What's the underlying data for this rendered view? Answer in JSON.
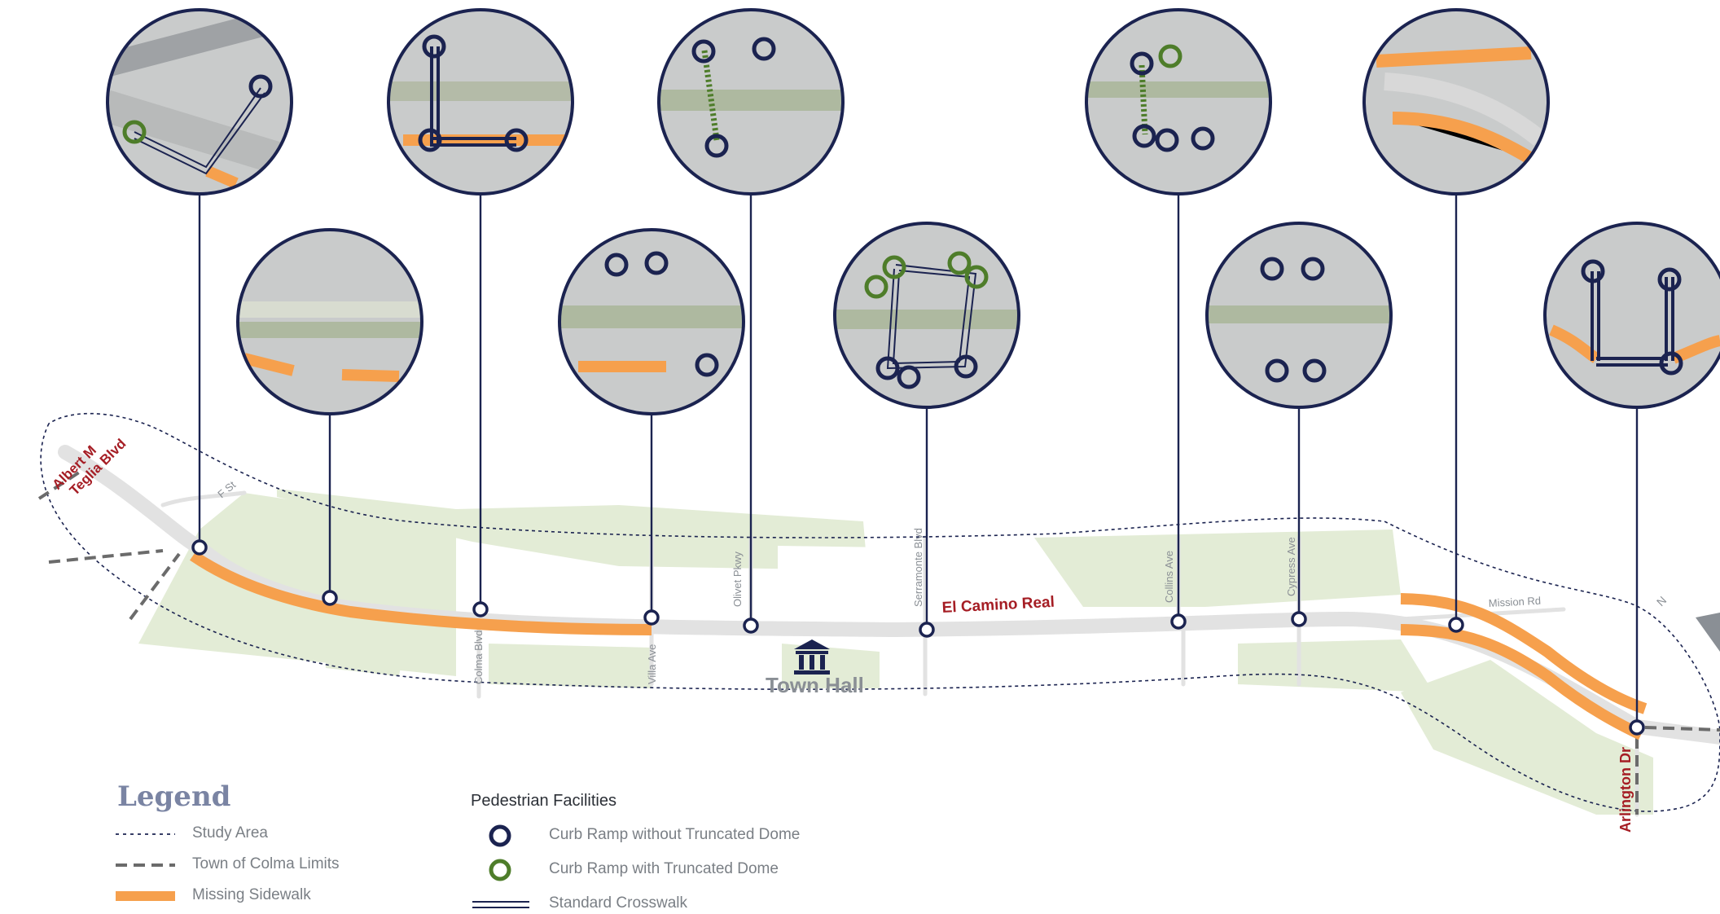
{
  "roads": {
    "main": "El Camino Real",
    "start": [
      "Albert M",
      "Teglia Blvd"
    ],
    "end": "Arlington Dr",
    "fst": "F St",
    "cross_streets": [
      {
        "id": "colma",
        "label": "Colma Blvd"
      },
      {
        "id": "villa",
        "label": "Villa Ave"
      },
      {
        "id": "olivet",
        "label": "Olivet Pkwy"
      },
      {
        "id": "serramonte",
        "label": "Serramonte Blvd"
      },
      {
        "id": "collins",
        "label": "Collins Ave"
      },
      {
        "id": "cypress",
        "label": "Cypress Ave"
      },
      {
        "id": "mission",
        "label": "Mission Rd"
      }
    ]
  },
  "landmark": {
    "label": "Town Hall",
    "icon": "building-icon"
  },
  "north_arrow": {
    "label": "N",
    "icon": "north-arrow-icon"
  },
  "legend": {
    "title": "Legend",
    "items": [
      {
        "id": "study",
        "label": "Study Area"
      },
      {
        "id": "limits",
        "label": "Town of Colma Limits"
      },
      {
        "id": "sidewalk",
        "label": "Missing Sidewalk"
      }
    ]
  },
  "facilities": {
    "title": "Pedestrian Facilities",
    "items": [
      {
        "id": "ramp-no-dome",
        "label": "Curb Ramp without Truncated Dome"
      },
      {
        "id": "ramp-dome",
        "label": "Curb Ramp with Truncated Dome"
      },
      {
        "id": "crosswalk",
        "label": "Standard Crosswalk"
      }
    ]
  },
  "colors": {
    "navy": "#1b2350",
    "green": "#4e7d2a",
    "orange": "#f6a04d",
    "road": "#e2e2e2",
    "parcel": "#e3ecd6",
    "road_label": "#a51d24",
    "legend_title": "#7a84a3"
  }
}
